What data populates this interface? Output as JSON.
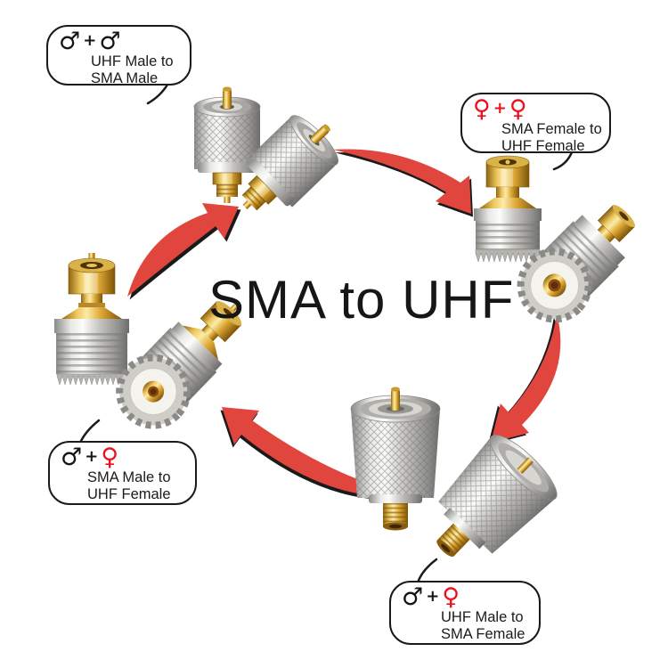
{
  "title": "SMA to UHF",
  "colors": {
    "background": "#ffffff",
    "arrow_red": "#e0463d",
    "arrow_shadow": "#1a1a1a",
    "bubble_border": "#1a1a1a",
    "male_symbol": "#151515",
    "female_symbol": "#e8131f",
    "silver_metal": "#c6c5c1",
    "gold_metal": "#dda835"
  },
  "callouts": {
    "top_left": {
      "sym1": "♂",
      "plus": "+",
      "sym2": "♂",
      "line1": "UHF Male to",
      "line2": "SMA Male"
    },
    "top_right": {
      "sym1": "♀",
      "plus": "+",
      "sym2": "♀",
      "line1": "SMA Female to",
      "line2": "UHF Female"
    },
    "bottom_left": {
      "sym1": "♂",
      "plus": "+",
      "sym2": "♀",
      "line1": "SMA Male to",
      "line2": "UHF Female"
    },
    "bottom_right": {
      "sym1": "♂",
      "plus": "+",
      "sym2": "♀",
      "line1": "UHF Male to",
      "line2": "SMA Female"
    }
  },
  "adapters": [
    {
      "name": "uhf-male-to-sma-male",
      "position": "top",
      "views": [
        "upright",
        "tilted"
      ]
    },
    {
      "name": "sma-female-to-uhf-female",
      "position": "right",
      "views": [
        "upright",
        "tilted"
      ]
    },
    {
      "name": "uhf-male-to-sma-female",
      "position": "bottom-right",
      "views": [
        "upright",
        "tilted"
      ]
    },
    {
      "name": "sma-male-to-uhf-female",
      "position": "left",
      "views": [
        "upright",
        "tilted"
      ]
    }
  ]
}
